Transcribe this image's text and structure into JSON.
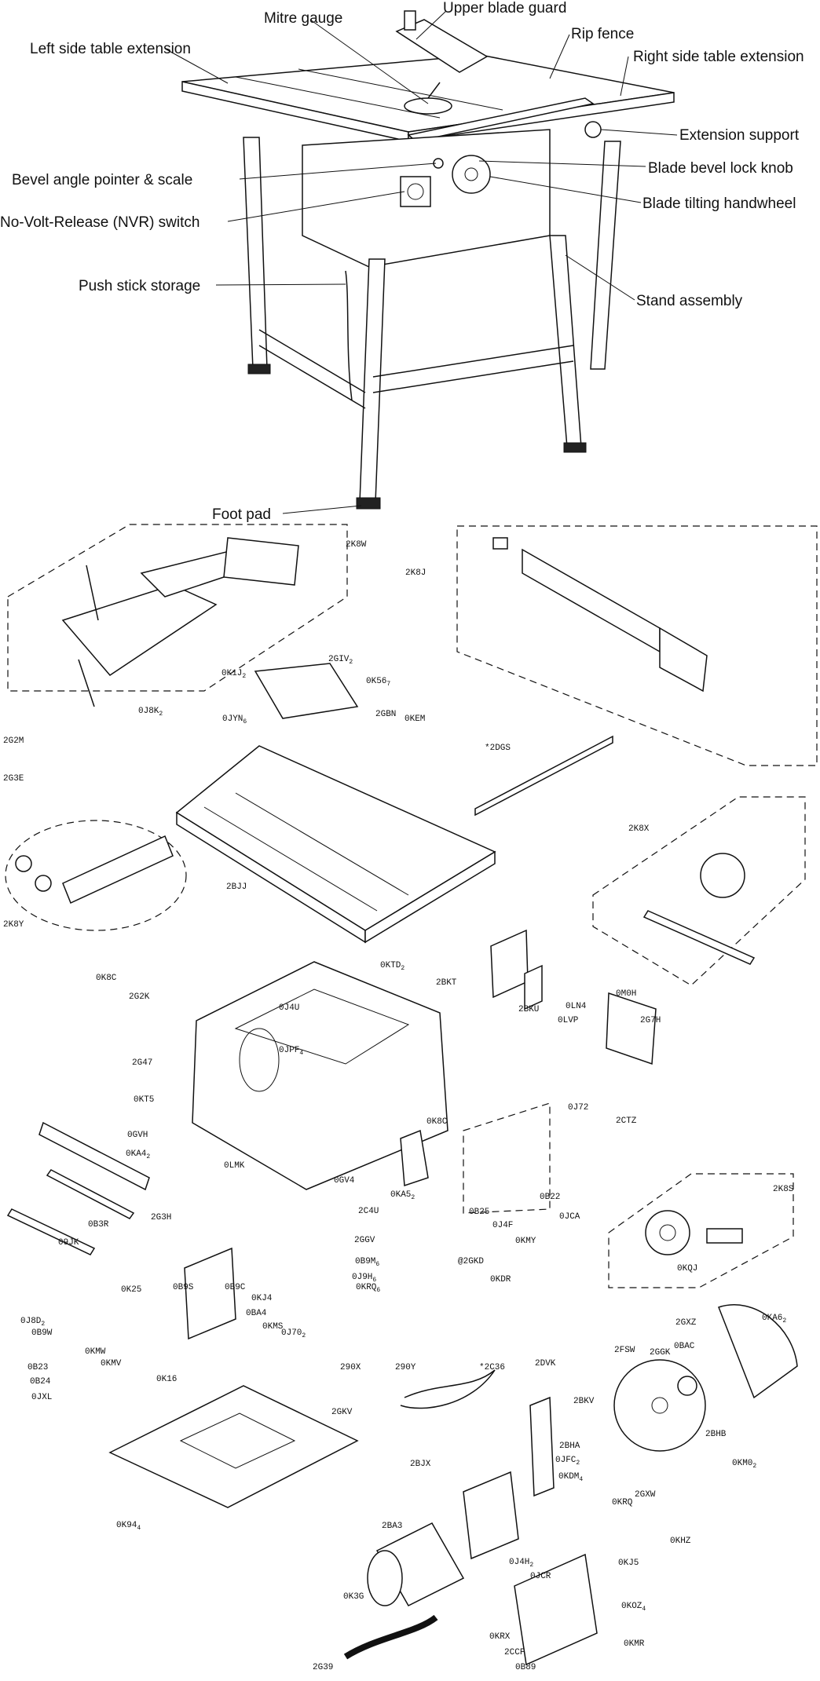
{
  "callouts": {
    "mitre_gauge": "Mitre gauge",
    "upper_blade_guard": "Upper blade guard",
    "rip_fence": "Rip fence",
    "left_side_table_extension": "Left side table extension",
    "right_side_table_extension": "Right side table extension",
    "extension_support": "Extension support",
    "bevel_angle_pointer_scale": "Bevel angle pointer & scale",
    "blade_bevel_lock_knob": "Blade bevel lock knob",
    "nvr_switch": "No-Volt-Release (NVR) switch",
    "blade_tilting_handwheel": "Blade tilting handwheel",
    "push_stick_storage": "Push stick storage",
    "stand_assembly": "Stand assembly",
    "foot_pad": "Foot pad"
  },
  "parts": [
    "2K8W",
    "2K8J",
    "2GIV",
    "0K56",
    "0K1J",
    "0J8K",
    "2G2M",
    "2G3E",
    "0JYN",
    "2GBN",
    "0KEM",
    "*2DGS",
    "2BJJ",
    "2K8X",
    "2K8Y",
    "0K8C",
    "2G2K",
    "0KTD",
    "2BKT",
    "2BKU",
    "0LN4",
    "0M0H",
    "0LVP",
    "2G7H",
    "0J4U",
    "0JPF",
    "2G47",
    "0KT5",
    "0GVH",
    "0KA4",
    "0LMK",
    "0K8C",
    "0GV4",
    "2C4U",
    "0KA5",
    "0J72",
    "2CTZ",
    "0B22",
    "0JCA",
    "2K8S",
    "2G3H",
    "0B3R",
    "09JK",
    "0B9S",
    "0B9C",
    "2GGV",
    "0B9M",
    "0J9H",
    "0KRQ",
    "0B25",
    "0J4F",
    "0KMY",
    "@2GKD",
    "0KDR",
    "0KQJ",
    "0K25",
    "0KJ4",
    "0BA4",
    "0KMS",
    "0J70",
    "0J8D",
    "0B9W",
    "0KMW",
    "0KMV",
    "0B23",
    "0B24",
    "0JXL",
    "0K16",
    "2GXZ",
    "0KA6",
    "0BAC",
    "2FSW",
    "2GGK",
    "2GKV",
    "290X",
    "290Y",
    "*2C36",
    "2DVK",
    "2BKV",
    "2BHA",
    "2BHB",
    "0JFC",
    "0KM0",
    "2BJX",
    "0KDM",
    "0KRQ",
    "2GXW",
    "0KHZ",
    "0K94",
    "2BA3",
    "0J4H",
    "0JCR",
    "0KJ5",
    "0K3G",
    "0KOZ",
    "0KRX",
    "0KMR",
    "2CCF",
    "0B89",
    "2G39"
  ]
}
